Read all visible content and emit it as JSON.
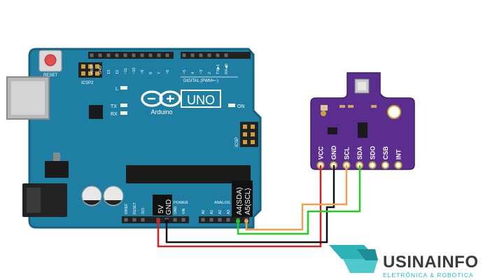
{
  "arduino": {
    "reset_label": "RESET",
    "icsp2_label": "ICSP2",
    "icsp_label": "ICSP",
    "brand_uno": "UNO",
    "brand_name": "Arduino",
    "led_l": "L",
    "led_tx": "TX",
    "led_rx": "RX",
    "led_on": "ON",
    "digital_label": "DIGITAL (PWM=~)",
    "power_label": "POWER",
    "analog_label": "ANALOG IN",
    "header_top_labels": [
      "AREF",
      "GND",
      "13",
      "12",
      "~11",
      "~10",
      "~9",
      "8",
      "7",
      "~6",
      "~5",
      "4",
      "~3",
      "2",
      "TX▶1",
      "RX◀0"
    ],
    "power_pins": [
      "IOREF",
      "RESET",
      "3V3",
      "5V",
      "GND",
      "GND",
      "VIN"
    ],
    "analog_pins": [
      "A0",
      "A1",
      "A2",
      "A3",
      "A4",
      "A5"
    ],
    "callout_5v": "5V",
    "callout_gnd": "GND",
    "callout_a4": "A4(SDA)",
    "callout_a5": "A5(SCL)"
  },
  "sensor": {
    "pins": [
      "VCC",
      "GND",
      "SCL",
      "SDA",
      "SDO",
      "CSB",
      "INT"
    ]
  },
  "logo": {
    "name": "USINAINFO",
    "tagline": "ELETRÔNICA & ROBÓTICA"
  },
  "colors": {
    "board": "#1f7fa3",
    "board_edge": "#16637f",
    "sensor": "#5b2d8e",
    "wire_vcc": "#d62020",
    "wire_gnd": "#111111",
    "wire_scl": "#f0a050",
    "wire_sda": "#22cc22",
    "logo_teal": "#2bb3b8"
  }
}
